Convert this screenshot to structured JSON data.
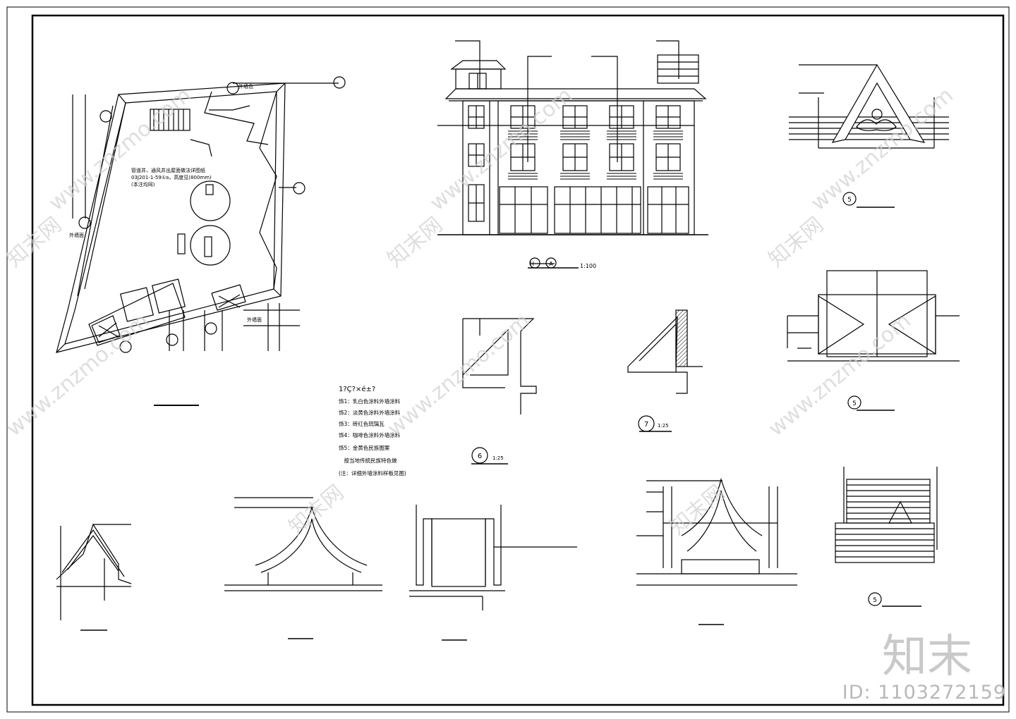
{
  "plan": {
    "labels": [
      "外墙色",
      "外墙面",
      "外墙面"
    ],
    "note": [
      "管道井、通风井出屋面做法详图纸",
      "03J201-1-59①a，高度见(800mm)",
      "(本注均同)"
    ]
  },
  "elevation": {
    "axis_start": "H",
    "axis_end": "A",
    "scale": "1:100"
  },
  "details": [
    {
      "index": "6",
      "scale": "1:25"
    },
    {
      "index": "7",
      "scale": "1:25"
    },
    {
      "index": "5",
      "scale": ""
    },
    {
      "index": "5",
      "scale": ""
    },
    {
      "index": "5",
      "scale": ""
    }
  ],
  "legend": {
    "title": "1?Ç?×é±?",
    "items": [
      "饰1：乳白色涂料外墙涂料",
      "饰2：淡黄色涂料外墙涂料",
      "饰3：砖红色琉璃瓦",
      "饰4：咖啡色涂料外墙涂料",
      "饰5：金黄色民族图案",
      "　按当地传统民族特色做",
      "(注：详细外墙涂料样板见图)"
    ]
  },
  "watermark": {
    "site": "www.znzmo.com",
    "brand": "知末网",
    "logo": "知末",
    "id": "ID: 1103272159"
  }
}
